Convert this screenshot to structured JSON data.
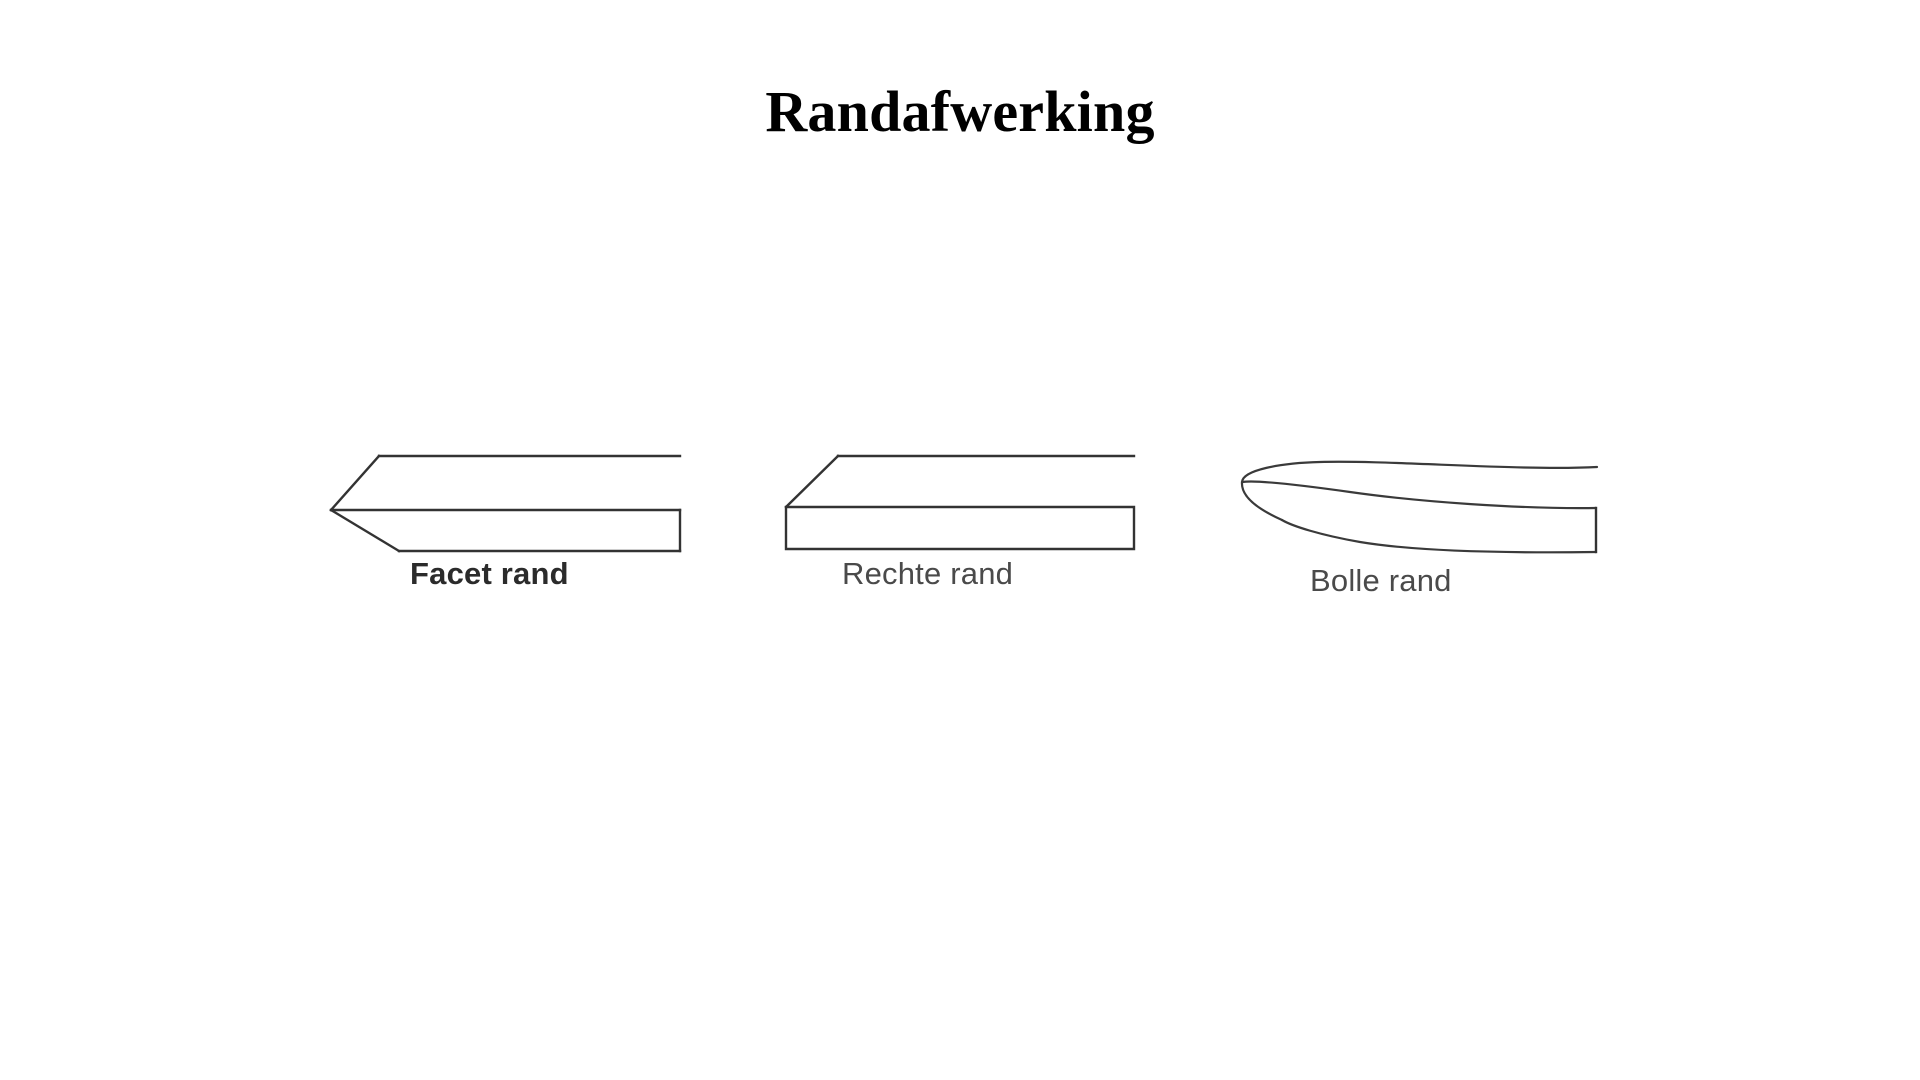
{
  "slide": {
    "background_color": "#ffffff",
    "title": "Randafwerking"
  },
  "diagram": {
    "type": "edge-profile-illustration",
    "line_color": "#333333",
    "figures": [
      {
        "id": "facet",
        "caption": "Facet rand",
        "caption_color": "#2b2b2b",
        "caption_weight": "bold",
        "profile": "bevelled"
      },
      {
        "id": "rechte",
        "caption": "Rechte rand",
        "caption_color": "#4a4a4a",
        "caption_weight": "normal",
        "profile": "straight"
      },
      {
        "id": "bolle",
        "caption": "Bolle rand",
        "caption_color": "#4a4a4a",
        "caption_weight": "normal",
        "profile": "bullnose"
      }
    ]
  }
}
